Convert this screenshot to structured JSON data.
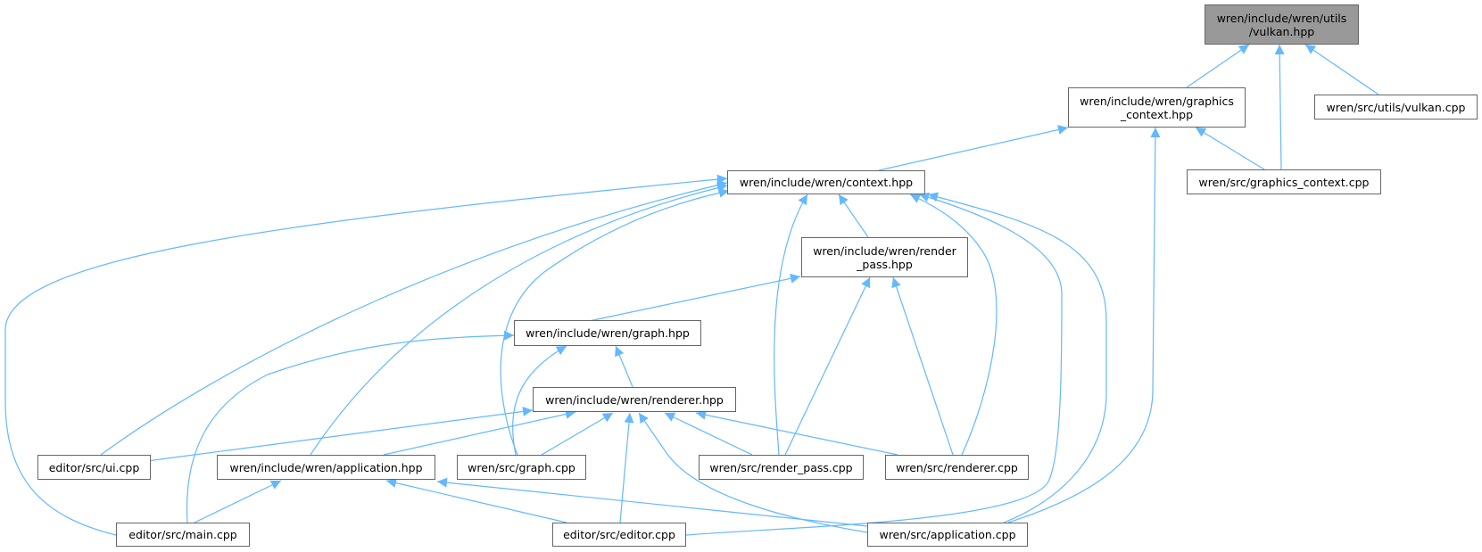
{
  "colors": {
    "edge": "#63b8ff",
    "node_border": "#666666",
    "focus_fill": "#999999"
  },
  "nodes": {
    "vulkan_hpp": {
      "line1": "wren/include/wren/utils",
      "line2": "/vulkan.hpp"
    },
    "graphics_context_hpp": {
      "line1": "wren/include/wren/graphics",
      "line2": "_context.hpp"
    },
    "vulkan_cpp": {
      "line1": "wren/src/utils/vulkan.cpp"
    },
    "context_hpp": {
      "line1": "wren/include/wren/context.hpp"
    },
    "graphics_context_cpp": {
      "line1": "wren/src/graphics_context.cpp"
    },
    "render_pass_hpp": {
      "line1": "wren/include/wren/render",
      "line2": "_pass.hpp"
    },
    "graph_hpp": {
      "line1": "wren/include/wren/graph.hpp"
    },
    "renderer_hpp": {
      "line1": "wren/include/wren/renderer.hpp"
    },
    "ui_cpp": {
      "line1": "editor/src/ui.cpp"
    },
    "application_hpp": {
      "line1": "wren/include/wren/application.hpp"
    },
    "graph_cpp": {
      "line1": "wren/src/graph.cpp"
    },
    "render_pass_cpp": {
      "line1": "wren/src/render_pass.cpp"
    },
    "renderer_cpp": {
      "line1": "wren/src/renderer.cpp"
    },
    "main_cpp": {
      "line1": "editor/src/main.cpp"
    },
    "editor_cpp": {
      "line1": "editor/src/editor.cpp"
    },
    "application_cpp": {
      "line1": "wren/src/application.cpp"
    }
  }
}
